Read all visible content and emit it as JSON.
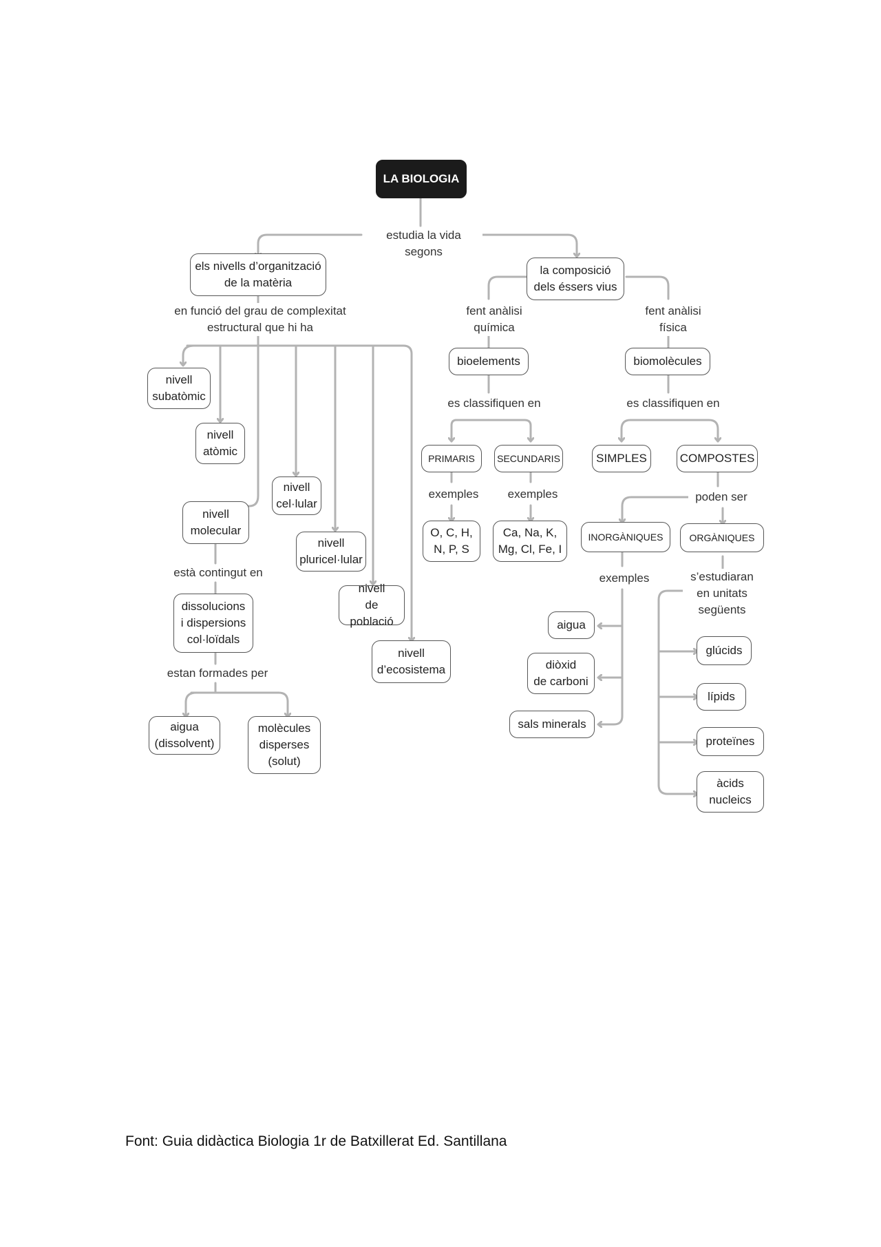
{
  "root": "LA BIOLOGIA",
  "link_labels": {
    "estudia": "estudia la vida segons",
    "en_funcio": "en funció del grau de complexitat\nestructural que hi ha",
    "fent_quimica": "fent anàlisi\nquímica",
    "fent_fisica": "fent anàlisi\nfísica",
    "classifiquen_1": "es classifiquen en",
    "classifiquen_2": "es classifiquen en",
    "exemples_1": "exemples",
    "exemples_2": "exemples",
    "poden_ser": "poden ser",
    "exemples_3": "exemples",
    "estudiaran": "s’estudiaran\nen unitats\nsegüents",
    "esta_contingut": "està contingut en",
    "estan_formades": "estan formades per"
  },
  "nodes": {
    "nivells": "els nivells d’organització\nde la matèria",
    "composicio": "la composició\ndels éssers vius",
    "subatomic": "nivell\nsubatòmic",
    "atomic": "nivell\natòmic",
    "molecular": "nivell\nmolecular",
    "cellular": "nivell\ncel·lular",
    "pluricellular": "nivell\npluricel·lular",
    "poblacio": "nivell\nde població",
    "ecosistema": "nivell\nd’ecosistema",
    "dissolucions": "dissolucions\ni dispersions\ncol·loïdals",
    "aigua_dissolvent": "aigua\n(dissolvent)",
    "molecules_disperses": "molècules\ndisperses\n(solut)",
    "bioelements": "bioelements",
    "biomolecules": "biomolècules",
    "primaris": "PRIMARIS",
    "secundaris": "SECUNDARIS",
    "primaris_ex": "O, C, H,\nN, P, S",
    "secundaris_ex": "Ca, Na, K,\nMg, Cl, Fe, I",
    "simples": "SIMPLES",
    "compostes": "COMPOSTES",
    "inorganiques": "INORGÀNIQUES",
    "organiques": "ORGÀNIQUES",
    "aigua": "aigua",
    "dioxid": "diòxid\nde carboni",
    "sals": "sals minerals",
    "glucids": "glúcids",
    "lipids": "lípids",
    "proteines": "proteïnes",
    "acids": "àcids\nnucleics"
  },
  "footer": "Font: Guia didàctica Biologia 1r de Batxillerat Ed. Santillana"
}
